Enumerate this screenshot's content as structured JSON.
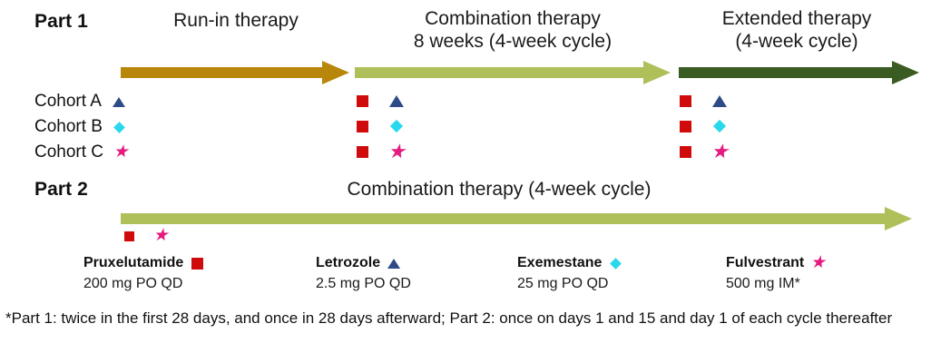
{
  "colors": {
    "runin_arrow": "#b8860b",
    "combination_arrow": "#afc05a",
    "extended_arrow": "#3a5b22",
    "part2_arrow": "#afc05a",
    "pruxelutamide_marker": "#d00b0b",
    "letrozole_marker": "#2e4b87",
    "exemestane_marker": "#29d8ec",
    "fulvestrant_marker": "#e41a7f",
    "text": "#111111"
  },
  "part1": {
    "label": "Part 1",
    "phases": [
      {
        "title": "Run-in therapy",
        "arrow_color": "#b8860b"
      },
      {
        "title": "Combination therapy\n8 weeks (4-week cycle)",
        "arrow_color": "#afc05a"
      },
      {
        "title": "Extended therapy\n(4-week cycle)",
        "arrow_color": "#3a5b22"
      }
    ],
    "cohorts": [
      {
        "label": "Cohort A",
        "marker": "triangle-icon",
        "marker_color": "#2e4b87",
        "combination_markers": [
          "square-icon",
          "triangle-icon"
        ],
        "extended_markers": [
          "square-icon",
          "triangle-icon"
        ]
      },
      {
        "label": "Cohort B",
        "marker": "diamond-icon",
        "marker_color": "#29d8ec",
        "combination_markers": [
          "square-icon",
          "diamond-icon"
        ],
        "extended_markers": [
          "square-icon",
          "diamond-icon"
        ]
      },
      {
        "label": "Cohort C",
        "marker": "star-icon",
        "marker_color": "#e41a7f",
        "combination_markers": [
          "square-icon",
          "star-icon"
        ],
        "extended_markers": [
          "square-icon",
          "star-icon"
        ]
      }
    ]
  },
  "part2": {
    "label": "Part 2",
    "title": "Combination therapy (4-week cycle)",
    "arrow_color": "#afc05a",
    "markers": [
      "square-icon",
      "star-icon"
    ]
  },
  "drugs": [
    {
      "name": "Pruxelutamide",
      "dose": "200 mg PO QD",
      "marker": "square-icon",
      "marker_color": "#d00b0b"
    },
    {
      "name": "Letrozole",
      "dose": "2.5 mg PO QD",
      "marker": "triangle-icon",
      "marker_color": "#2e4b87"
    },
    {
      "name": "Exemestane",
      "dose": "25 mg PO QD",
      "marker": "diamond-icon",
      "marker_color": "#29d8ec"
    },
    {
      "name": "Fulvestrant",
      "dose": "500 mg IM*",
      "marker": "star-icon",
      "marker_color": "#e41a7f"
    }
  ],
  "footnote": "*Part 1: twice in the first 28 days, and once in 28 days afterward; Part 2: once on days 1 and 15 and day 1 of each cycle thereafter"
}
